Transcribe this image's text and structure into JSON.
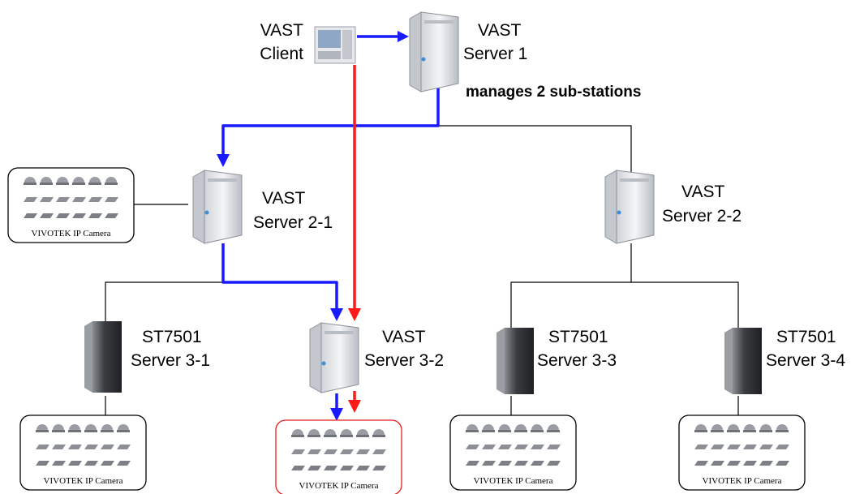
{
  "client": {
    "line1": "VAST",
    "line2": "Client"
  },
  "server1": {
    "line1": "VAST",
    "line2": "Server 1",
    "note": "manages 2 sub-stations"
  },
  "server2_1": {
    "line1": "VAST",
    "line2": "Server 2-1"
  },
  "server2_2": {
    "line1": "VAST",
    "line2": "Server 2-2"
  },
  "server3_1": {
    "line1": "ST7501",
    "line2": "Server 3-1"
  },
  "server3_2": {
    "line1": "VAST",
    "line2": "Server 3-2"
  },
  "server3_3": {
    "line1": "ST7501",
    "line2": "Server 3-3"
  },
  "server3_4": {
    "line1": "ST7501",
    "line2": "Server 3-4"
  },
  "camera_caption": "VIVOTEK IP Camera",
  "colors": {
    "blue_path": "#1a1aff",
    "red_path": "#ff1a1a",
    "tree_line": "#000000",
    "highlight_border": "#e02020"
  },
  "icons": {
    "server": "tower-server-icon",
    "nvr": "st7501-nvr-icon",
    "client": "client-pc-icon",
    "camera": "ip-camera-icon"
  }
}
